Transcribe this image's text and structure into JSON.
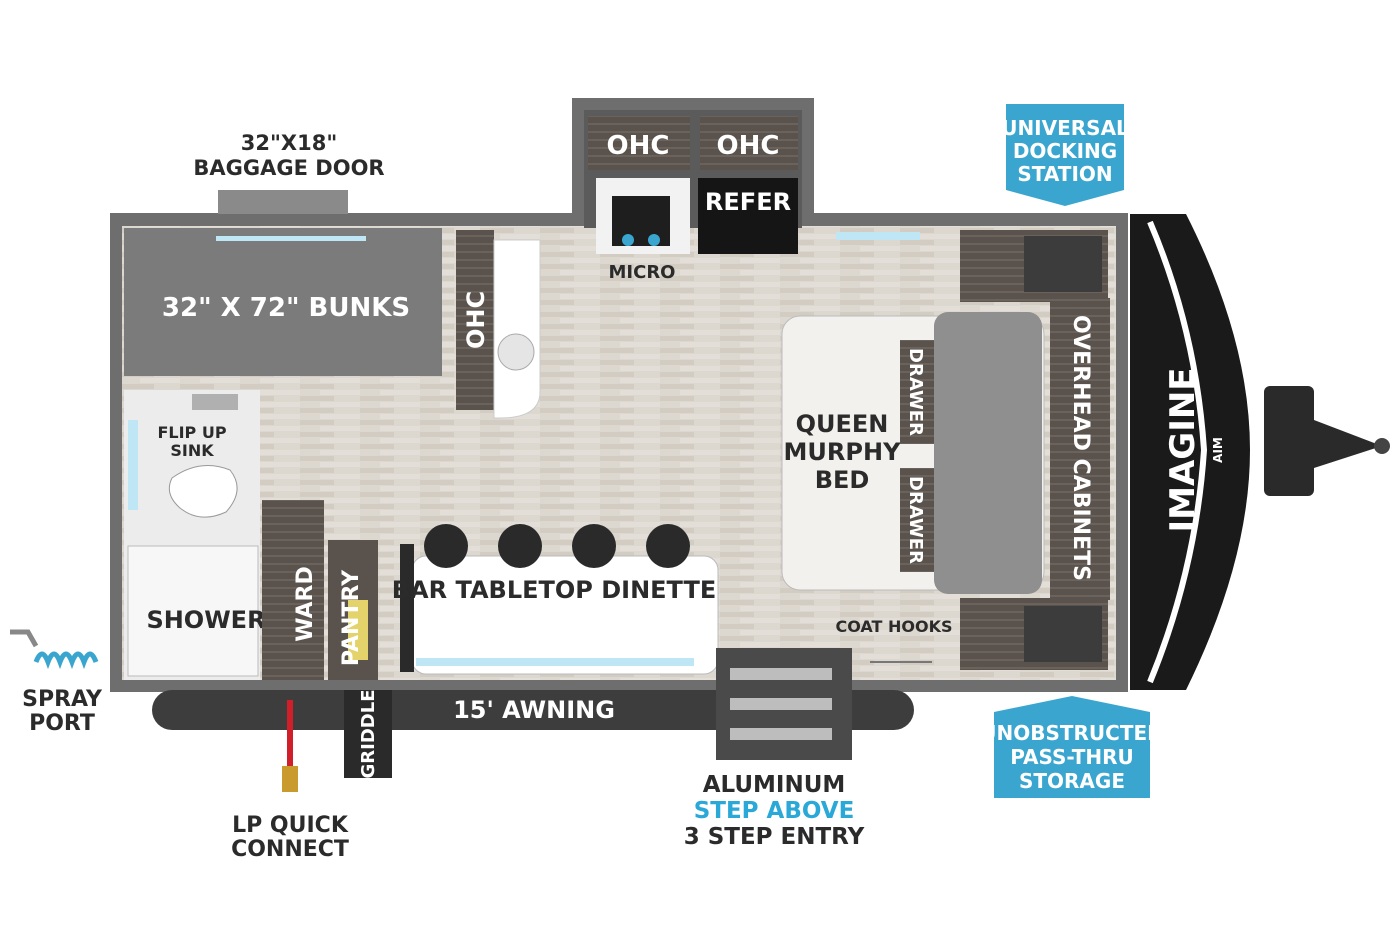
{
  "labels": {
    "baggage_door_size": "32\"X18\"",
    "baggage_door": "BAGGAGE DOOR",
    "bunks": "32\" X 72\" BUNKS",
    "ohc_side": "OHC",
    "ohc_top_left": "OHC",
    "ohc_top_right": "OHC",
    "refer": "REFER",
    "micro": "MICRO",
    "universal_docking": [
      "UNIVERSAL",
      "DOCKING",
      "STATION"
    ],
    "flip_up_sink": [
      "FLIP UP",
      "SINK"
    ],
    "queen_murphy_bed": [
      "QUEEN",
      "MURPHY",
      "BED"
    ],
    "drawer_upper": "DRAWER",
    "drawer_lower": "DRAWER",
    "overhead_cabinets": "OVERHEAD CABINETS",
    "brand": "IMAGINE",
    "brand_sub": "AIM",
    "shower": "SHOWER",
    "ward": "WARD",
    "pantry": "PANTRY",
    "dinette": "BAR TABLETOP DINETTE",
    "coat_hooks": "COAT HOOKS",
    "spray_port": [
      "SPRAY",
      "PORT"
    ],
    "awning": "15' AWNING",
    "griddle": "GRIDDLE",
    "lp_quick_connect": [
      "LP QUICK",
      "CONNECT"
    ],
    "step_entry": [
      "ALUMINUM",
      "STEP ABOVE",
      "3 STEP ENTRY"
    ],
    "pass_thru": [
      "UNOBSTRUCTED",
      "PASS-THRU",
      "STORAGE"
    ]
  },
  "colors": {
    "wall": "#6e6e6e",
    "floor": "#d9d4cc",
    "callout": "#3aa6cf",
    "cabinet": "#4a4540"
  }
}
